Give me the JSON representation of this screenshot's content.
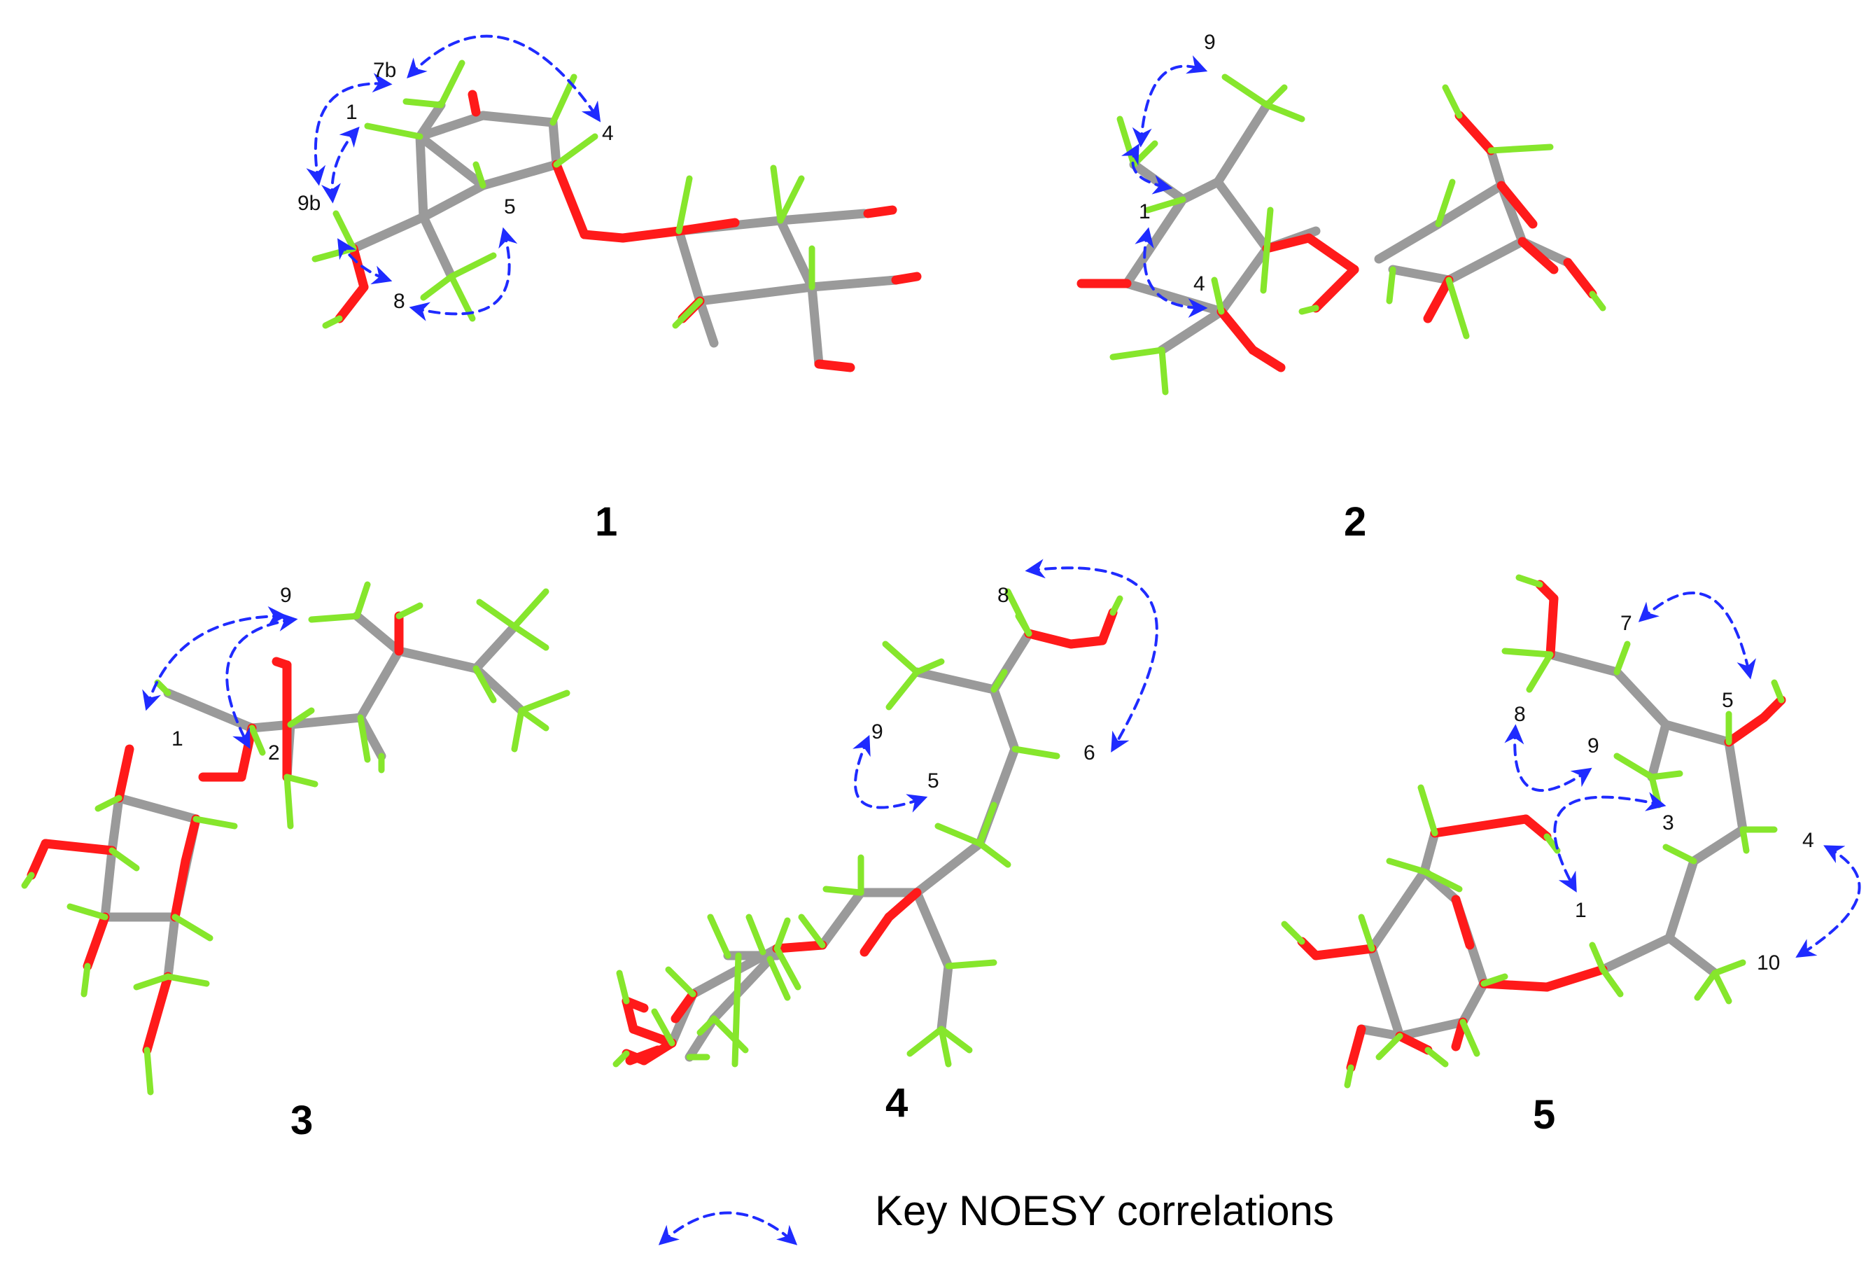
{
  "colors": {
    "carbon": "#9a9a9a",
    "carbon_dark": "#6f6f6f",
    "oxygen": "#ff1a1a",
    "hydrogen": "#86e62c",
    "noesy_arrow": "#1f2bff",
    "text": "#111111"
  },
  "compounds": [
    {
      "id": "1",
      "label": "1",
      "atom_labels": [
        "7b",
        "1",
        "4",
        "9b",
        "5",
        "8"
      ]
    },
    {
      "id": "2",
      "label": "2",
      "atom_labels": [
        "9",
        "1",
        "4"
      ]
    },
    {
      "id": "3",
      "label": "3",
      "atom_labels": [
        "9",
        "1",
        "2"
      ]
    },
    {
      "id": "4",
      "label": "4",
      "atom_labels": [
        "8",
        "9",
        "6",
        "5"
      ]
    },
    {
      "id": "5",
      "label": "5",
      "atom_labels": [
        "7",
        "5",
        "8",
        "9",
        "3",
        "4",
        "1",
        "10"
      ]
    }
  ],
  "legend": {
    "label": "Key NOESY correlations"
  }
}
